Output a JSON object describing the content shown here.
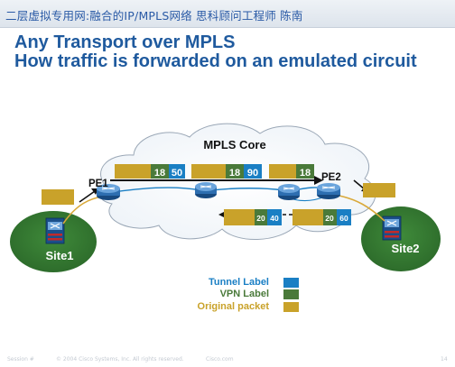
{
  "header": {
    "text": "二层虚拟专用网:融合的IP/MPLS网络 思科顾问工程师 陈南"
  },
  "title": {
    "line1": "Any Transport over MPLS",
    "line2": "How traffic is forwarded on an emulated circuit"
  },
  "diagram": {
    "core_label": "MPLS Core",
    "pe1_label": "PE1",
    "pe2_label": "PE2",
    "site1_label": "Site1",
    "site2_label": "Site2",
    "forward_packets": [
      {
        "vpn_label": "18",
        "tunnel_label": "50"
      },
      {
        "vpn_label": "18",
        "tunnel_label": "90"
      },
      {
        "vpn_label": "18",
        "tunnel_label": ""
      }
    ],
    "return_packets": [
      {
        "vpn_label": "20",
        "tunnel_label": "40"
      },
      {
        "vpn_label": "20",
        "tunnel_label": "60"
      }
    ]
  },
  "legend": {
    "tunnel_label": "Tunnel Label",
    "vpn_label": "VPN Label",
    "original_packet": "Original packet",
    "colors": {
      "tunnel": "#1a7fc4",
      "vpn": "#4a7a3a",
      "original": "#c9a22a"
    }
  },
  "footer": {
    "left": "Session #",
    "middle": "© 2004 Cisco Systems, Inc. All rights reserved.",
    "right_mid": "Cisco.com",
    "page": "14"
  }
}
